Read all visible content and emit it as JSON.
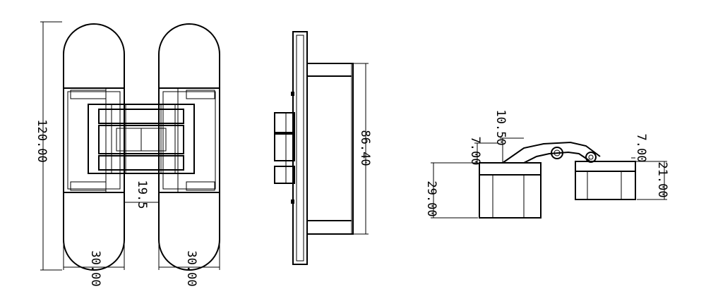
{
  "dimensions": {
    "front_height": "120.00",
    "front_width_left": "30.00",
    "front_width_right": "30.00",
    "front_gap": "19.5",
    "side_height": "86.40",
    "top_height_left": "29.00",
    "top_height_right": "21.00",
    "top_offset_left": "7.00",
    "top_offset_right": "7.00",
    "top_arm_height": "10.50"
  }
}
